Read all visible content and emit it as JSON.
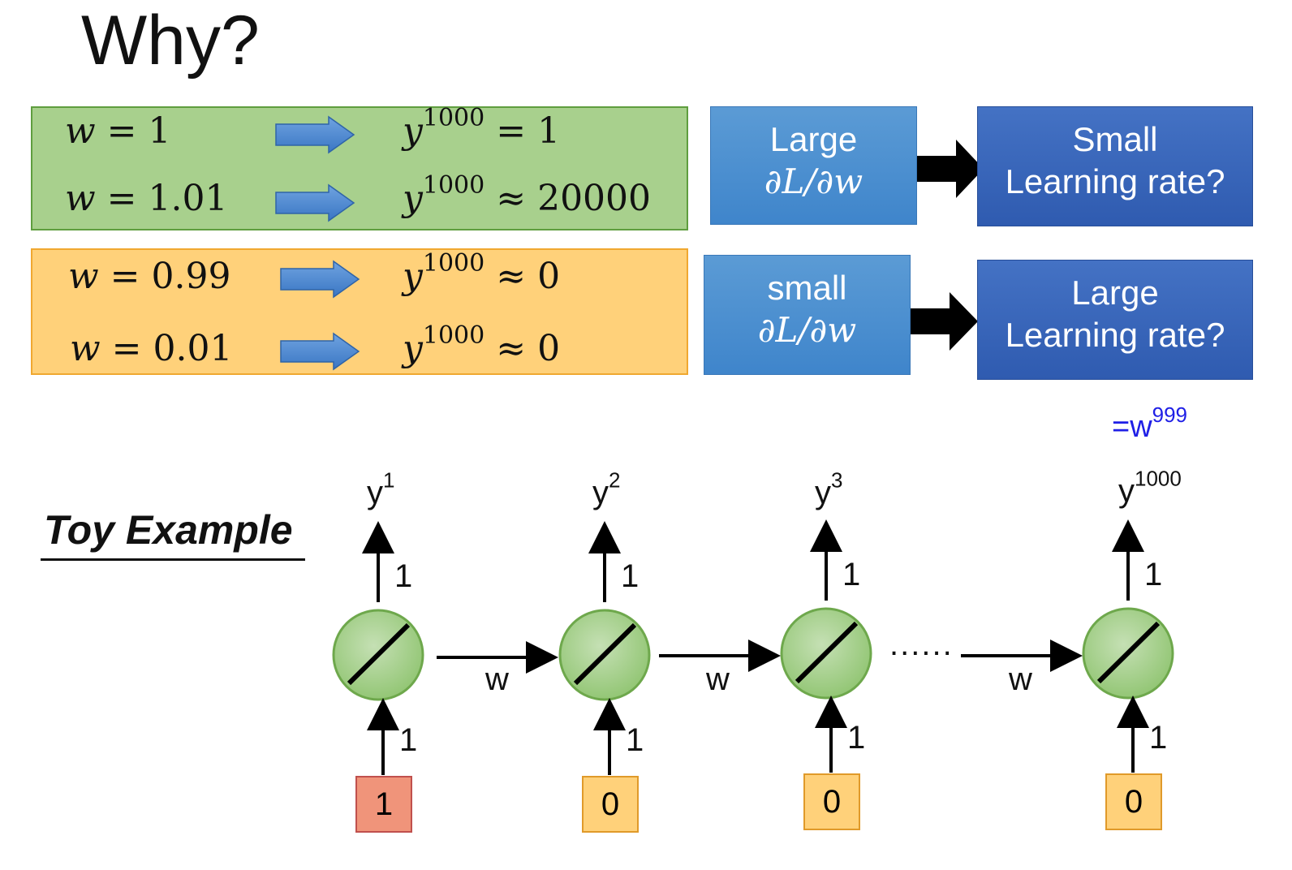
{
  "title": "Why?",
  "rows": {
    "r1": {
      "lhs_var": "w",
      "lhs_val": "= 1",
      "rhs_exp": "1000",
      "rhs_op_val": "= 1"
    },
    "r2": {
      "lhs_var": "w",
      "lhs_val": "= 1.01",
      "rhs_exp": "1000",
      "rhs_op_val": "≈ 20000"
    },
    "r3": {
      "lhs_var": "w",
      "lhs_val": "= 0.99",
      "rhs_exp": "1000",
      "rhs_op_val": "≈ 0"
    },
    "r4": {
      "lhs_var": "w",
      "lhs_val": "= 0.01",
      "rhs_exp": "1000",
      "rhs_op_val": "≈ 0"
    },
    "rhs_var": "y"
  },
  "gradient_boxes": {
    "large": {
      "line1": "Large",
      "line2": "∂L/∂w"
    },
    "small": {
      "line1": "small",
      "line2": "∂L/∂w"
    }
  },
  "lr_boxes": {
    "small_lr": {
      "line1": "Small",
      "line2": "Learning rate?"
    },
    "large_lr": {
      "line1": "Large",
      "line2": "Learning rate?"
    }
  },
  "w999": {
    "base": "=w",
    "exp": "999"
  },
  "toy_example": "Toy Example",
  "network": {
    "outputs": [
      {
        "base": "y",
        "exp": "1"
      },
      {
        "base": "y",
        "exp": "2"
      },
      {
        "base": "y",
        "exp": "3"
      },
      {
        "base": "y",
        "exp": "1000"
      }
    ],
    "weight_label": "w",
    "edge_weight": "1",
    "inputs": [
      "1",
      "0",
      "0",
      "0"
    ],
    "ellipsis": "......"
  },
  "colors": {
    "green_box": "#a8d08d",
    "orange_box": "#ffd17a",
    "grad_blue": "#5b9bd5",
    "lr_blue": "#4472c4",
    "node_green": "#a9d18e",
    "input_red": "#f0947a",
    "arrow_blue": "#4a86d0",
    "w999_blue": "#1f1fe6"
  }
}
